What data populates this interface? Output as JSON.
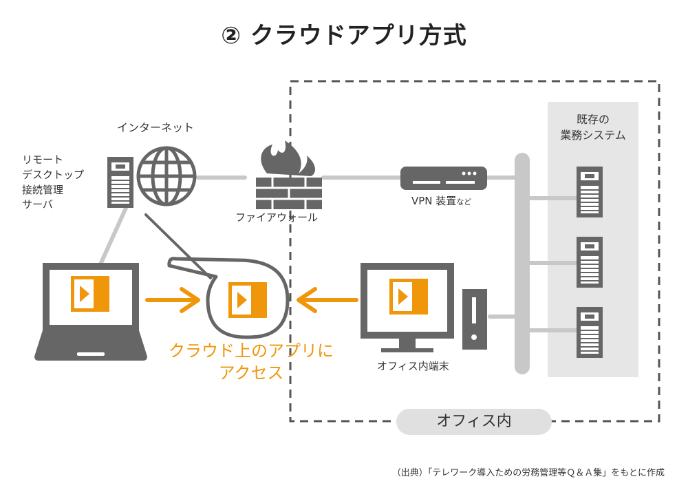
{
  "title": "② クラウドアプリ方式",
  "labels": {
    "internet": "インターネット",
    "remote_server": [
      "リモート",
      "デスクトップ",
      "接続管理",
      "サーバ"
    ],
    "firewall": "ファイアウォール",
    "vpn": "VPN 装置",
    "vpn_suffix": "など",
    "existing_systems": [
      "既存の",
      "業務システム"
    ],
    "office_terminal": "オフィス内端末",
    "office_area": "オフィス内",
    "access_caption": [
      "クラウド上のアプリに",
      "アクセス"
    ],
    "source": "（出典）「テレワーク導入ための労務管理等Ｑ＆Ａ集」をもとに作成"
  },
  "colors": {
    "accent": "#f0960a",
    "device": "#666666",
    "line": "#c8c8c8",
    "panel": "#e6e6e6"
  }
}
